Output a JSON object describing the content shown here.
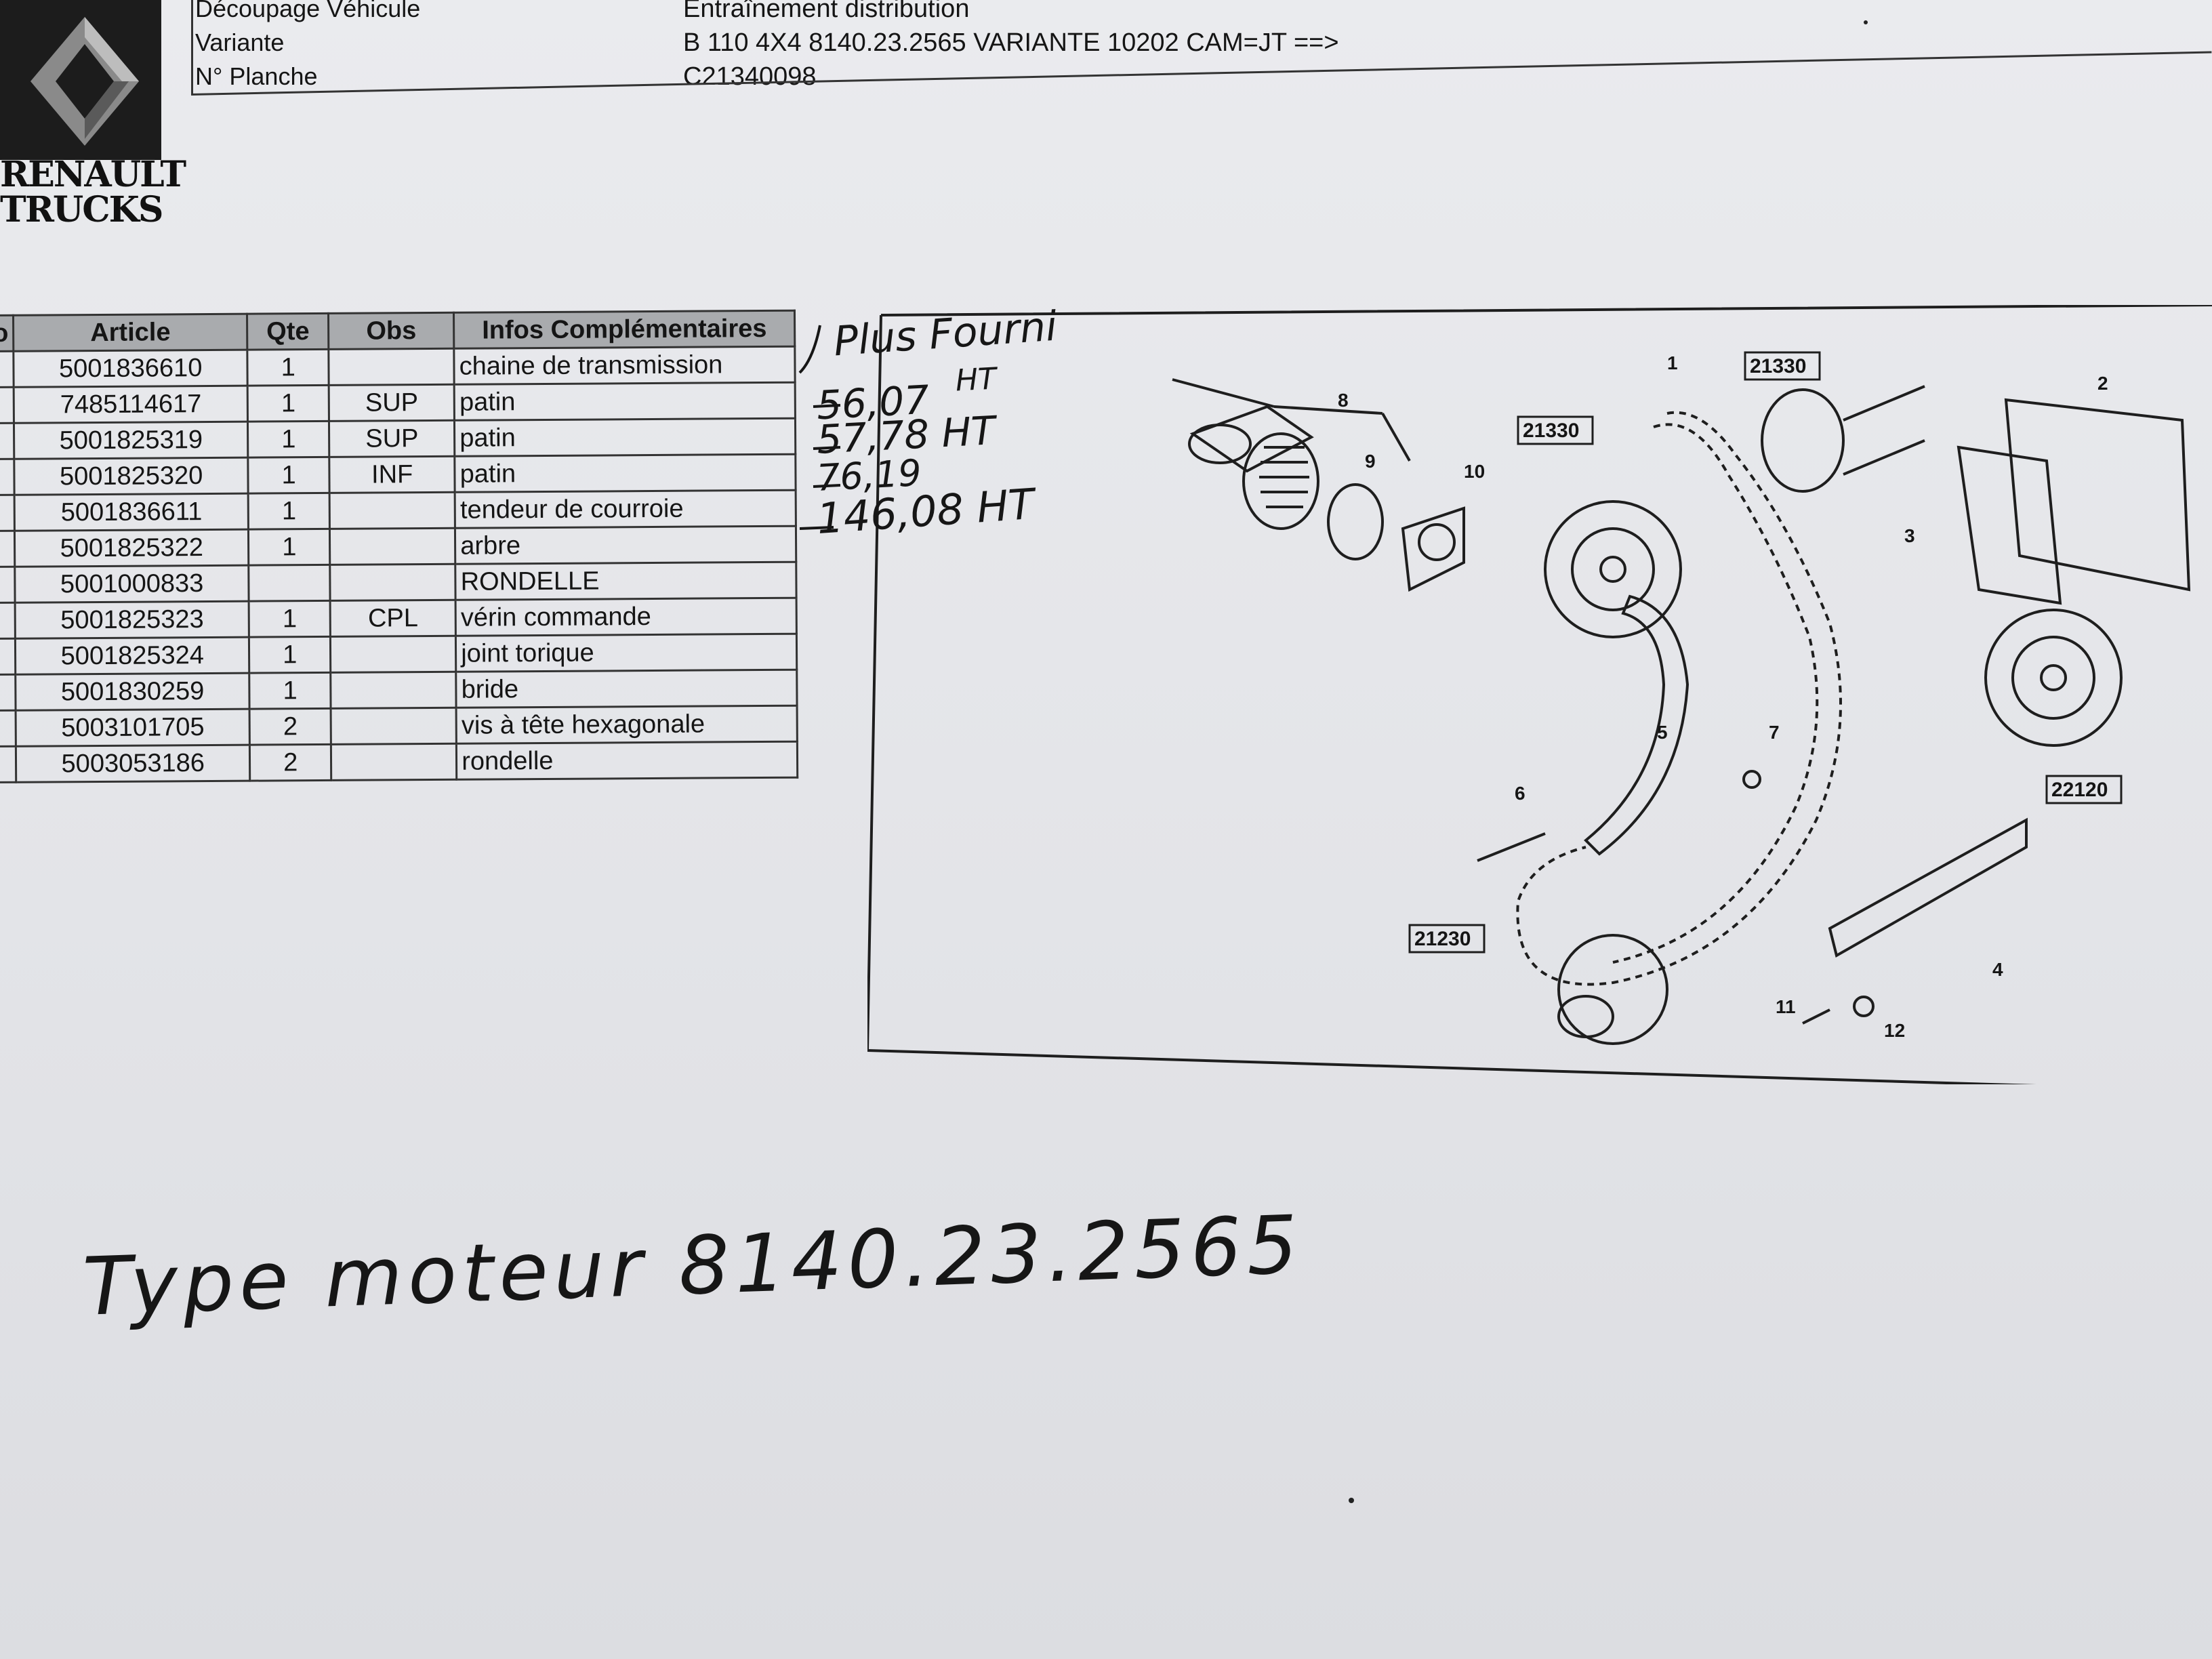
{
  "brand": {
    "logo_text_line1": "RENAULT",
    "logo_text_line2": "TRUCKS"
  },
  "header": {
    "labels": [
      "Découpage Véhicule",
      "Variante",
      "N° Planche"
    ],
    "values": [
      "Entraînement distribution",
      "B 110 4X4 8140.23.2565 VARIANTE 10202 CAM=JT ==>",
      "C21340098"
    ]
  },
  "table": {
    "headers": {
      "pre": "o",
      "article": "Article",
      "qte": "Qte",
      "obs": "Obs",
      "info": "Infos Complémentaires"
    },
    "rows": [
      {
        "article": "5001836610",
        "qte": "1",
        "obs": "",
        "info": "chaine de transmission"
      },
      {
        "article": "7485114617",
        "qte": "1",
        "obs": "SUP",
        "info": "patin"
      },
      {
        "article": "5001825319",
        "qte": "1",
        "obs": "SUP",
        "info": "patin"
      },
      {
        "article": "5001825320",
        "qte": "1",
        "obs": "INF",
        "info": "patin"
      },
      {
        "article": "5001836611",
        "qte": "1",
        "obs": "",
        "info": "tendeur de courroie"
      },
      {
        "article": "5001825322",
        "qte": "1",
        "obs": "",
        "info": "arbre"
      },
      {
        "article": "5001000833",
        "qte": "",
        "obs": "",
        "info": "RONDELLE"
      },
      {
        "article": "5001825323",
        "qte": "1",
        "obs": "CPL",
        "info": "vérin commande"
      },
      {
        "article": "5001825324",
        "qte": "1",
        "obs": "",
        "info": "joint torique"
      },
      {
        "article": "5001830259",
        "qte": "1",
        "obs": "",
        "info": "bride"
      },
      {
        "article": "5003101705",
        "qte": "2",
        "obs": "",
        "info": "vis à tête hexagonale"
      },
      {
        "article": "5003053186",
        "qte": "2",
        "obs": "",
        "info": "rondelle"
      }
    ]
  },
  "handwriting": {
    "plus_fourni": "Plus Fourni",
    "price1": "56,07",
    "ht1": "HT",
    "price2": "57,78 HT",
    "price3": "76,19",
    "price4": "146,08 HT",
    "engine_type": "Type moteur 8140.23.2565"
  },
  "diagram": {
    "callouts": [
      "1",
      "2",
      "3",
      "4",
      "5",
      "6",
      "7",
      "8",
      "9",
      "10",
      "11",
      "12"
    ],
    "ref_boxes": [
      "21330",
      "21330",
      "22120",
      "21230"
    ]
  }
}
